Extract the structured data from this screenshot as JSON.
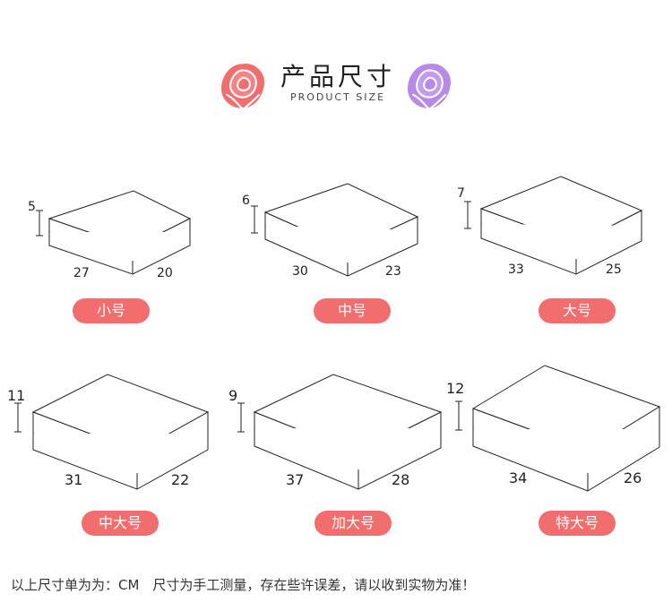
{
  "header": {
    "title_cn": "产品尺寸",
    "title_en": "PRODUCT SIZE",
    "rose_left_color": "#f26d6d",
    "rose_right_color": "#b68ae6",
    "rose_left_icon": "rose-icon",
    "rose_right_icon": "rose-icon"
  },
  "sizes": [
    {
      "label": "小号",
      "length": "27",
      "width": "20",
      "height": "5"
    },
    {
      "label": "中号",
      "length": "30",
      "width": "23",
      "height": "6"
    },
    {
      "label": "大号",
      "length": "33",
      "width": "25",
      "height": "7"
    },
    {
      "label": "中大号",
      "length": "31",
      "width": "22",
      "height": "11"
    },
    {
      "label": "加大号",
      "length": "37",
      "width": "28",
      "height": "9"
    },
    {
      "label": "特大号",
      "length": "34",
      "width": "26",
      "height": "12"
    }
  ],
  "badge_color": "#f26d6d",
  "note": "以上尺寸单为为：CM　尺寸为手工测量，存在些许误差，请以收到实物为准！"
}
